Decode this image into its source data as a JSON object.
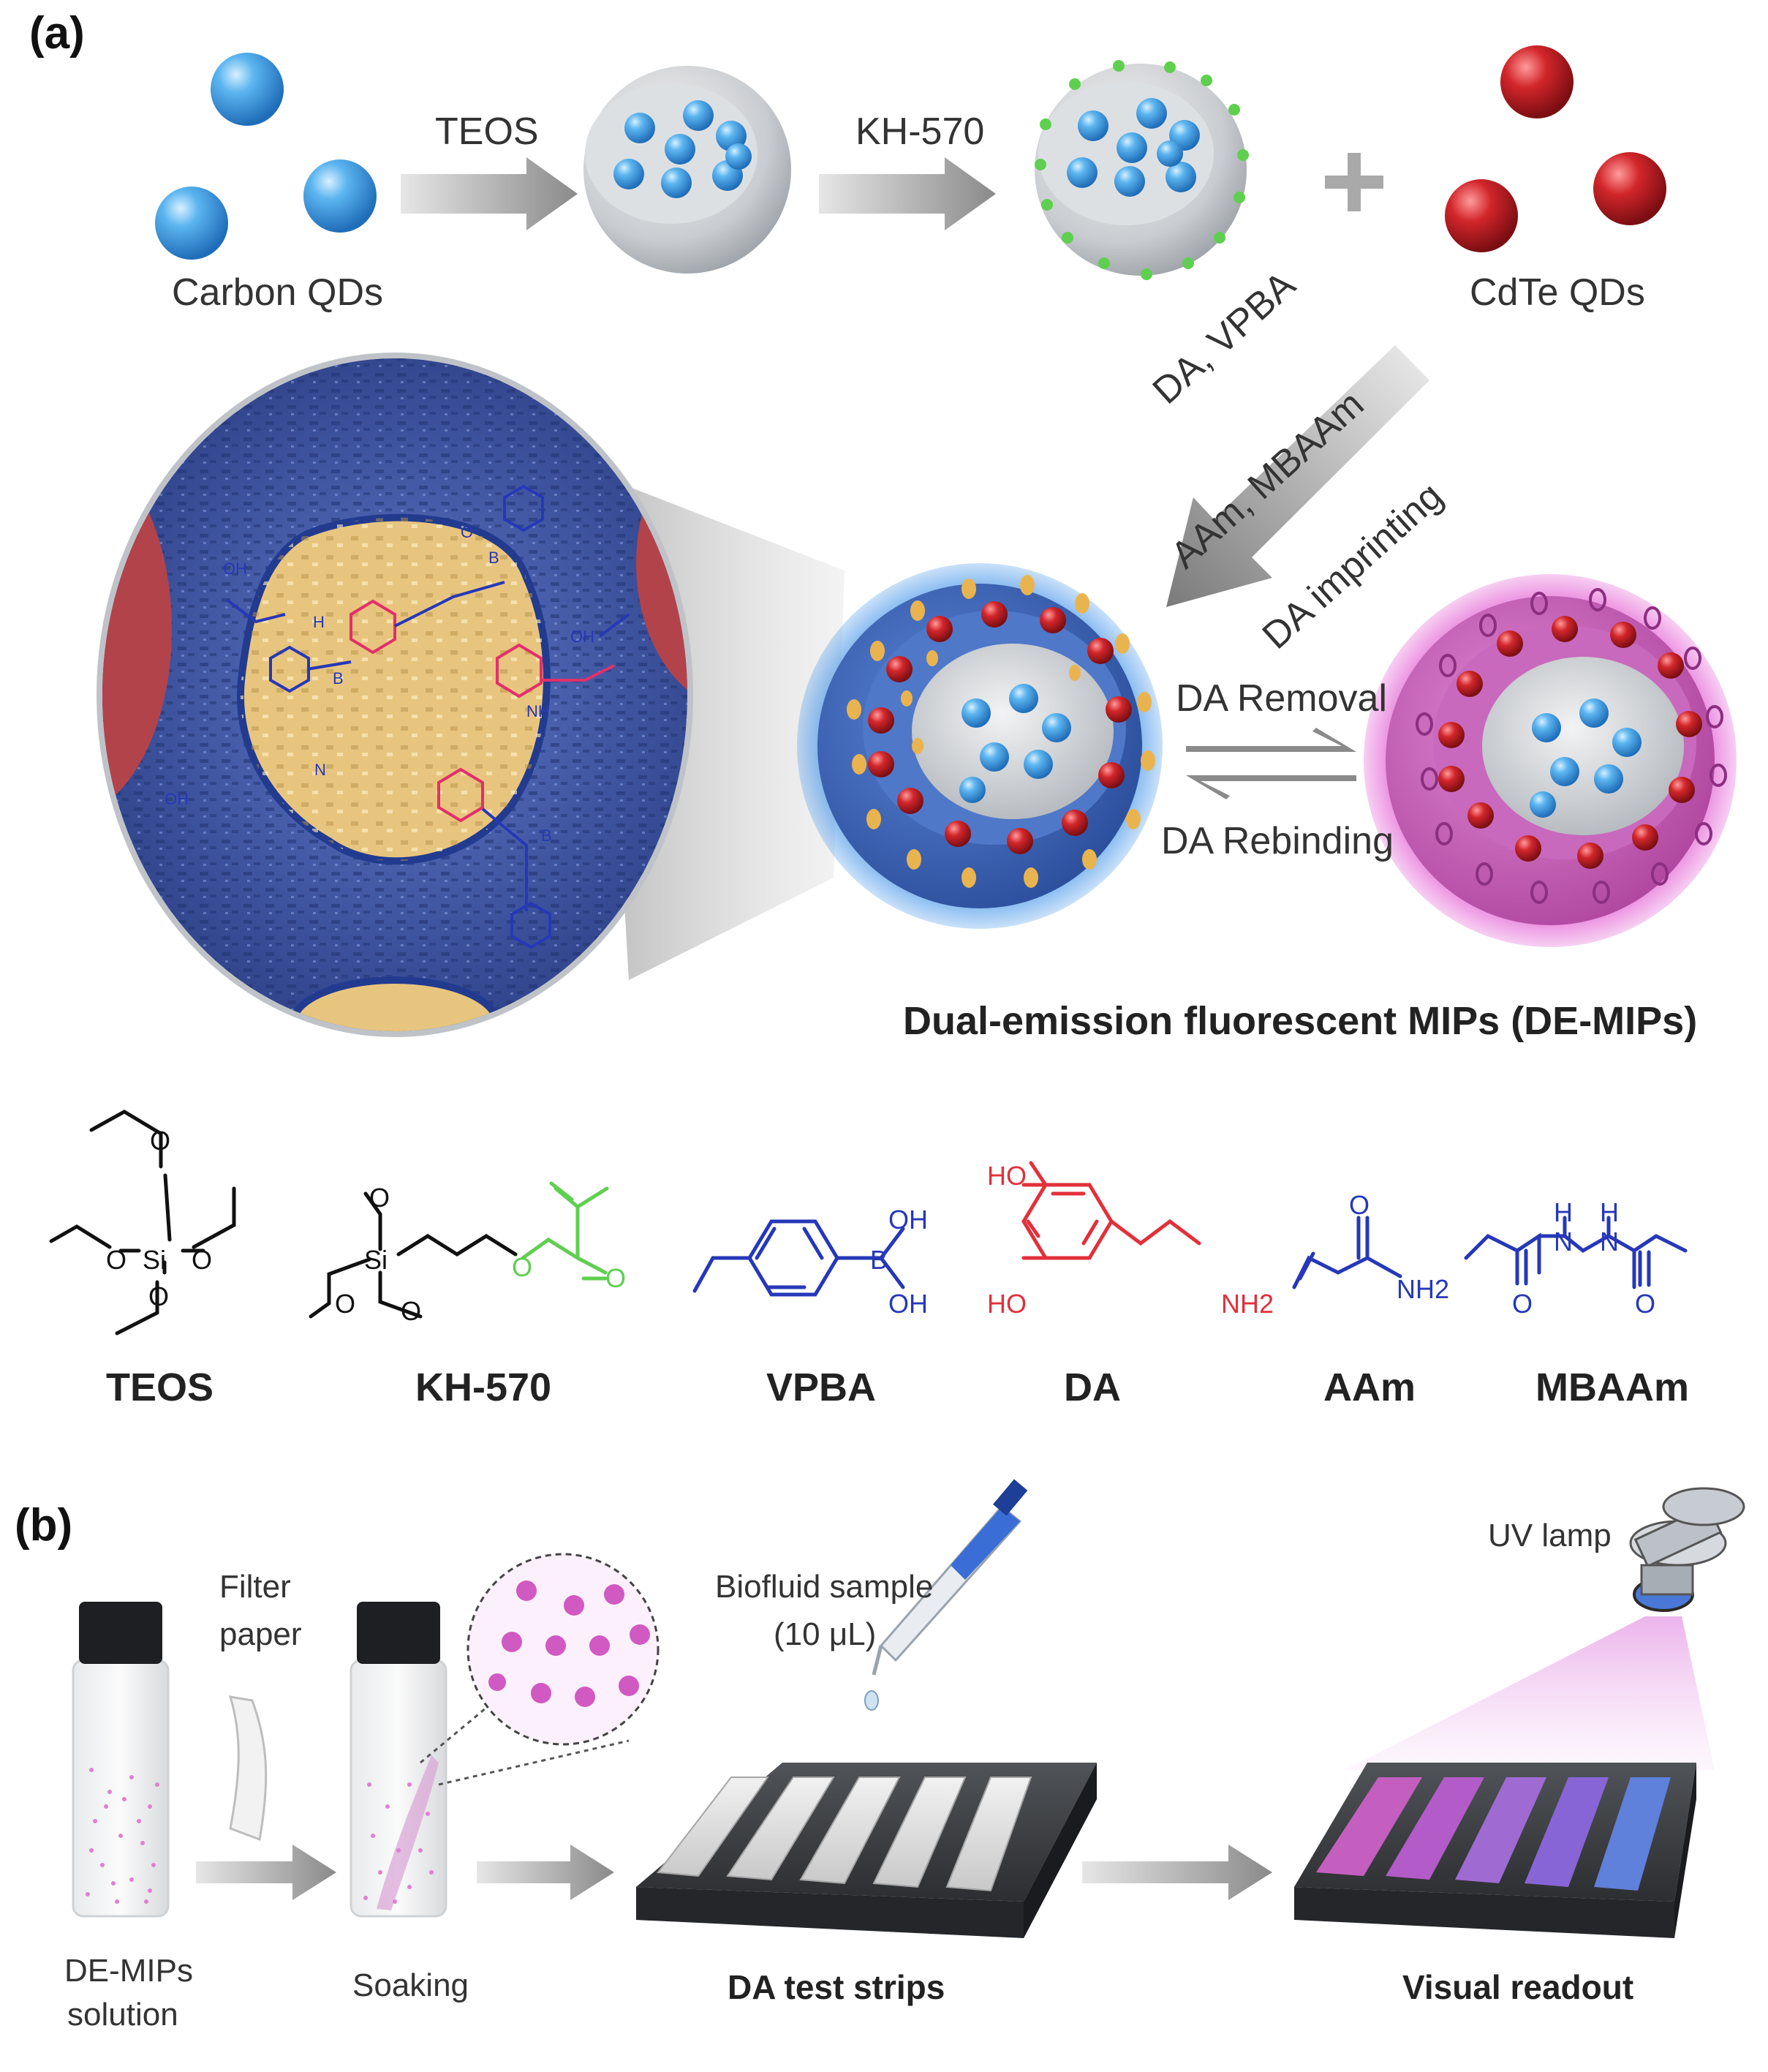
{
  "panel_a": {
    "label": "(a)",
    "carbon_qds": "Carbon QDs",
    "teos_arrow": "TEOS",
    "kh570_arrow": "KH-570",
    "plus": "+",
    "cdte_qds": "CdTe QDs",
    "diag_line1": "DA, VPBA",
    "diag_line2": "AAm, MBAAm",
    "diag_line3": "DA imprinting",
    "da_removal": "DA Removal",
    "da_rebinding": "DA Rebinding",
    "de_mips_title": "Dual-emission fluorescent MIPs (DE-MIPs)",
    "zoom_atoms": {
      "oh": "OH",
      "o": "O",
      "b": "B",
      "h": "H",
      "n": "N",
      "nh": "NH"
    },
    "structures": {
      "teos": {
        "name": "TEOS",
        "si": "Si",
        "o": "O"
      },
      "kh570": {
        "name": "KH-570",
        "si": "Si",
        "o": "O"
      },
      "vpba": {
        "name": "VPBA",
        "b": "B",
        "oh": "OH"
      },
      "da": {
        "name": "DA",
        "ho": "HO",
        "nh2": "NH2"
      },
      "aam": {
        "name": "AAm",
        "o": "O",
        "nh2": "NH2"
      },
      "mbaam": {
        "name": "MBAAm",
        "o": "O",
        "h": "H",
        "n": "N"
      }
    }
  },
  "panel_b": {
    "label": "(b)",
    "filter_paper_1": "Filter",
    "filter_paper_2": "paper",
    "de_mips_solution_1": "DE-MIPs",
    "de_mips_solution_2": "solution",
    "soaking": "Soaking",
    "biofluid_1": "Biofluid sample",
    "biofluid_2": "(10 μL)",
    "uv_lamp": "UV lamp",
    "da_test_strips": "DA test strips",
    "visual_readout": "Visual readout"
  },
  "colors": {
    "blue_qd": "#4aa3e0",
    "red_qd": "#c8262b",
    "pink_glow": "#e04fd0",
    "blue_glow": "#3a8fe8",
    "da_red": "#e2303a",
    "vpba_blue": "#2638b8",
    "kh570_green": "#5fcf4f"
  }
}
